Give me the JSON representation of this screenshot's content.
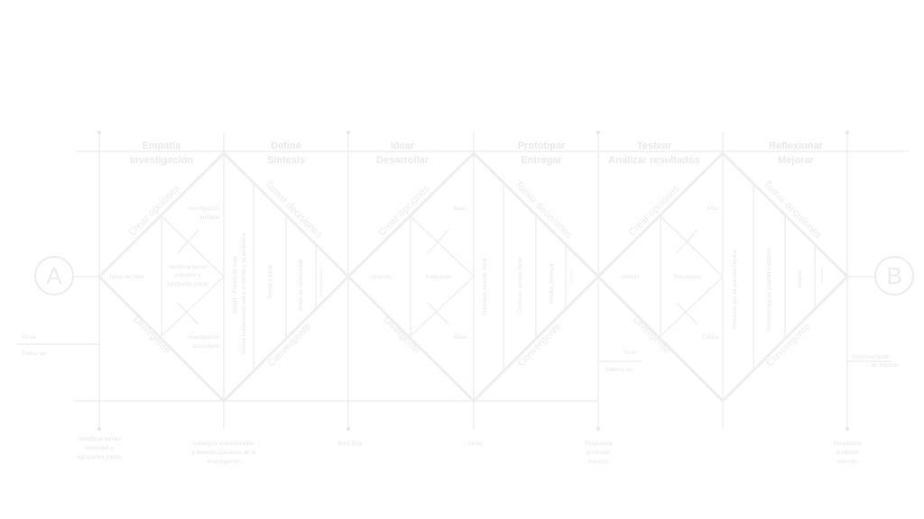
{
  "phases": [
    {
      "title": "Empatía",
      "subtitle": "Investigación"
    },
    {
      "title": "Define",
      "subtitle": "Síntesis"
    },
    {
      "title": "Idear",
      "subtitle": "Desarrollar"
    },
    {
      "title": "Prototipar",
      "subtitle": "Entregar"
    },
    {
      "title": "Testear",
      "subtitle": "Analizar resultados"
    },
    {
      "title": "Reflexionar",
      "subtitle": "Mejorar"
    }
  ],
  "labels": {
    "crear": "Crear opciones",
    "tomar": "Tomar decisiones",
    "divergente": "Divergente",
    "convergente": "Convergente"
  },
  "start": "A",
  "end": "B",
  "side": {
    "no_se": "No sé",
    "podria_ser": "Podría ser",
    "si_se": "Si sé",
    "deberia_ser": "Debería ser",
    "impl1": "Implementación",
    "impl2": "de mejoras"
  },
  "diamond1": {
    "left": "Inicio del brief",
    "top1": "Investigación",
    "top2": "primaria",
    "mid1": "Identificar temas",
    "mid2": "comunes y",
    "mid3": "agruparlos juntos",
    "bot1": "Investigación",
    "bot2": "secundaria",
    "v1a": "Insight / Puntos de vista",
    "v1b": "Verdad fundamental sobre el cliente y su problema",
    "v2": "Temas a tratar",
    "v3": "Áreas de oportunidad",
    "v4": "¿Cómo podríamos...?"
  },
  "diamond2": {
    "left": "Ideación",
    "top": "Ideas",
    "mid": "Evaluación",
    "bot": "Ideas",
    "v1": "Prototipar, testear, iterar",
    "v2": "Construir, testear, iterar",
    "v3": "Instalar, entregar",
    "v4": "Concluir"
  },
  "diamond3": {
    "left": "Análisis",
    "top": "Pros",
    "mid": "Resultados",
    "bot": "Contra",
    "v1": "Procesos que se pueden mejorar",
    "v2": "Procesos que se pueden mantener",
    "v3": "Mejorar",
    "v4": "Reflexión"
  },
  "bottom": [
    [
      "Identificar temas",
      "comunes y",
      "agruparlos juntos"
    ],
    [
      "hallazgos estructurados",
      "y desestructurados de la",
      "investigación"
    ],
    [
      "Brief final"
    ],
    [
      "Ideas"
    ],
    [
      "Respuesta",
      "producto",
      "solución"
    ],
    [
      "Respuesta",
      "producto",
      "solución"
    ]
  ]
}
